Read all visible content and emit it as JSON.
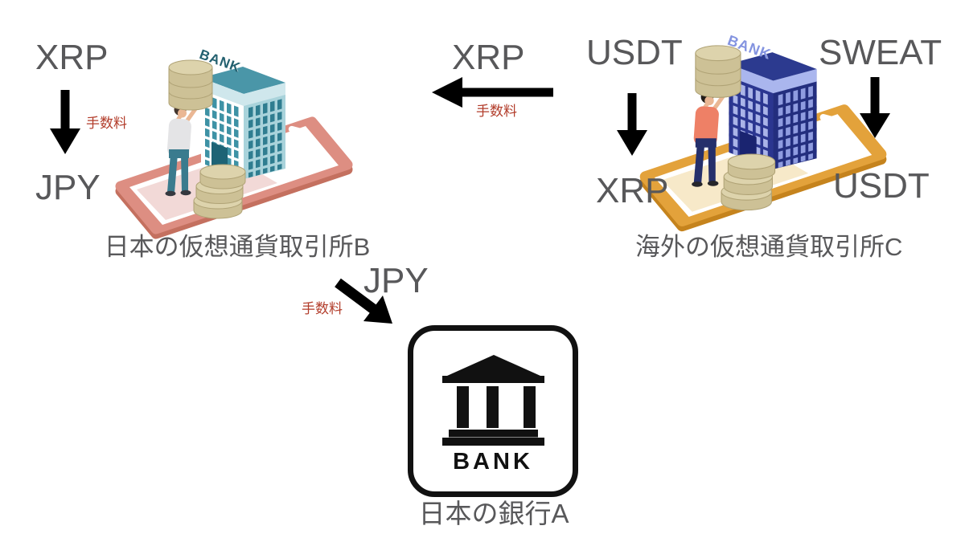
{
  "exchange_b": {
    "label": "日本の仮想通貨取引所B",
    "building_sign": "BANK",
    "deposit": {
      "from": "XRP",
      "fee": "手数料",
      "to": "JPY"
    },
    "palette": {
      "frame": "#dd8e82",
      "frameDark": "#c4705f",
      "screen": "#ffffff",
      "screenHl": "#f2d9d7",
      "faceL": "#ffffff",
      "winL": "#3e92a5",
      "faceR": "#a9d3db",
      "winR": "#2f7d90",
      "band": "#cfe7ec",
      "roofTop": "#4a96a8",
      "bankText": "#23606f",
      "door": "#1d6375",
      "shirt": "#e4e4e6",
      "pants": "#3a7b8e",
      "hair": "#44362e",
      "skin": "#eab794",
      "coin": "#cdc196",
      "coinTop": "#ddd3ac",
      "coinLine": "#b0a376",
      "shoe": "#35383f"
    }
  },
  "exchange_c": {
    "label": "海外の仮想通貨取引所C",
    "building_sign": "BANK",
    "trade_usdt_xrp": {
      "from": "USDT",
      "to": "XRP"
    },
    "trade_sweat_usdt": {
      "from": "SWEAT",
      "to": "USDT"
    },
    "palette": {
      "frame": "#e3a23b",
      "frameDark": "#c5831d",
      "screen": "#ffffff",
      "screenHl": "#f7e9c9",
      "faceL": "#2b3690",
      "winL": "#aab4e8",
      "faceR": "#232e7e",
      "winR": "#8f9ce0",
      "band": "#aab6ee",
      "roofTop": "#2c3a8f",
      "bankText": "#8494e0",
      "door": "#1a2470",
      "shirt": "#ee8066",
      "pants": "#252f6b",
      "hair": "#221c18",
      "skin": "#eab794",
      "coin": "#cdc196",
      "coinTop": "#ddd3ac",
      "coinLine": "#b0a376",
      "shoe": "#26262b"
    }
  },
  "transfer_c_to_b": {
    "currency": "XRP",
    "fee": "手数料"
  },
  "withdrawal_b_to_a": {
    "currency": "JPY",
    "fee": "手数料"
  },
  "bank_a": {
    "label": "日本の銀行A",
    "icon_text": "BANK"
  },
  "colors": {
    "background": "#ffffff",
    "label_text": "#58585a",
    "fee_text": "#b23c2a",
    "arrow": "#000000",
    "bank_icon": "#111111"
  }
}
